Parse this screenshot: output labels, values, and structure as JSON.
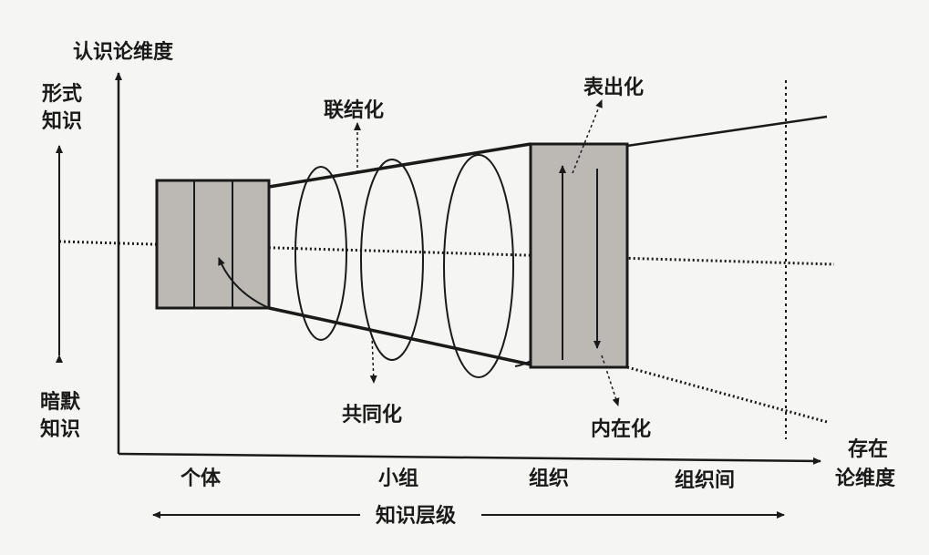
{
  "axes": {
    "y_title": "认识论维度",
    "y_top": [
      "形式",
      "知识"
    ],
    "y_bottom": [
      "暗默",
      "知识"
    ],
    "x_title": [
      "存在",
      "论维度"
    ],
    "x_categories": [
      "个体",
      "小组",
      "组织",
      "组织间"
    ],
    "level_label": "知识层级"
  },
  "processes": {
    "combination": "联结化",
    "externalization": "表出化",
    "socialization": "共同化",
    "internalization": "内在化"
  },
  "colors": {
    "box_fill": "#bcb8b4",
    "ink": "#1a1a1a"
  }
}
